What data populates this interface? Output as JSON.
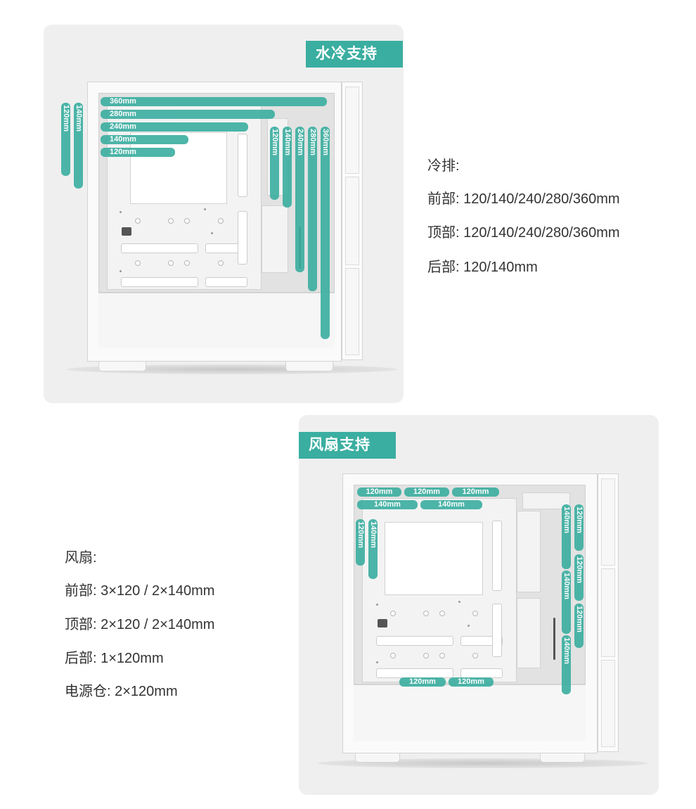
{
  "water_cooling": {
    "title": "水冷支持",
    "heading": "冷排:",
    "lines": [
      {
        "label": "前部",
        "value": "120/140/240/280/360mm"
      },
      {
        "label": "顶部",
        "value": "120/140/240/280/360mm"
      },
      {
        "label": "后部",
        "value": "120/140mm"
      }
    ],
    "top_markers": [
      "360mm",
      "280mm",
      "240mm",
      "140mm",
      "120mm"
    ],
    "rear_markers": [
      "140mm",
      "120mm"
    ],
    "front_markers": [
      "120mm",
      "140mm",
      "240mm",
      "280mm",
      "360mm"
    ]
  },
  "fan_support": {
    "title": "风扇支持",
    "heading": "风扇:",
    "lines": [
      {
        "label": "前部",
        "value": "3×120 / 2×140mm"
      },
      {
        "label": "顶部",
        "value": "2×120 / 2×140mm"
      },
      {
        "label": "后部",
        "value": "1×120mm"
      },
      {
        "label": "电源仓",
        "value": "2×120mm"
      }
    ],
    "top_120_markers": [
      "120mm",
      "120mm",
      "120mm"
    ],
    "top_140_markers": [
      "140mm",
      "140mm"
    ],
    "rear_markers": [
      "120mm",
      "140mm"
    ],
    "front_120_markers": [
      "120mm",
      "120mm",
      "120mm"
    ],
    "front_140_markers": [
      "140mm",
      "140mm",
      "140mm"
    ],
    "psu_markers": [
      "120mm",
      "120mm"
    ]
  },
  "colors": {
    "accent": "#3aaea0",
    "panel_bg": "#efefef",
    "text": "#333333"
  }
}
